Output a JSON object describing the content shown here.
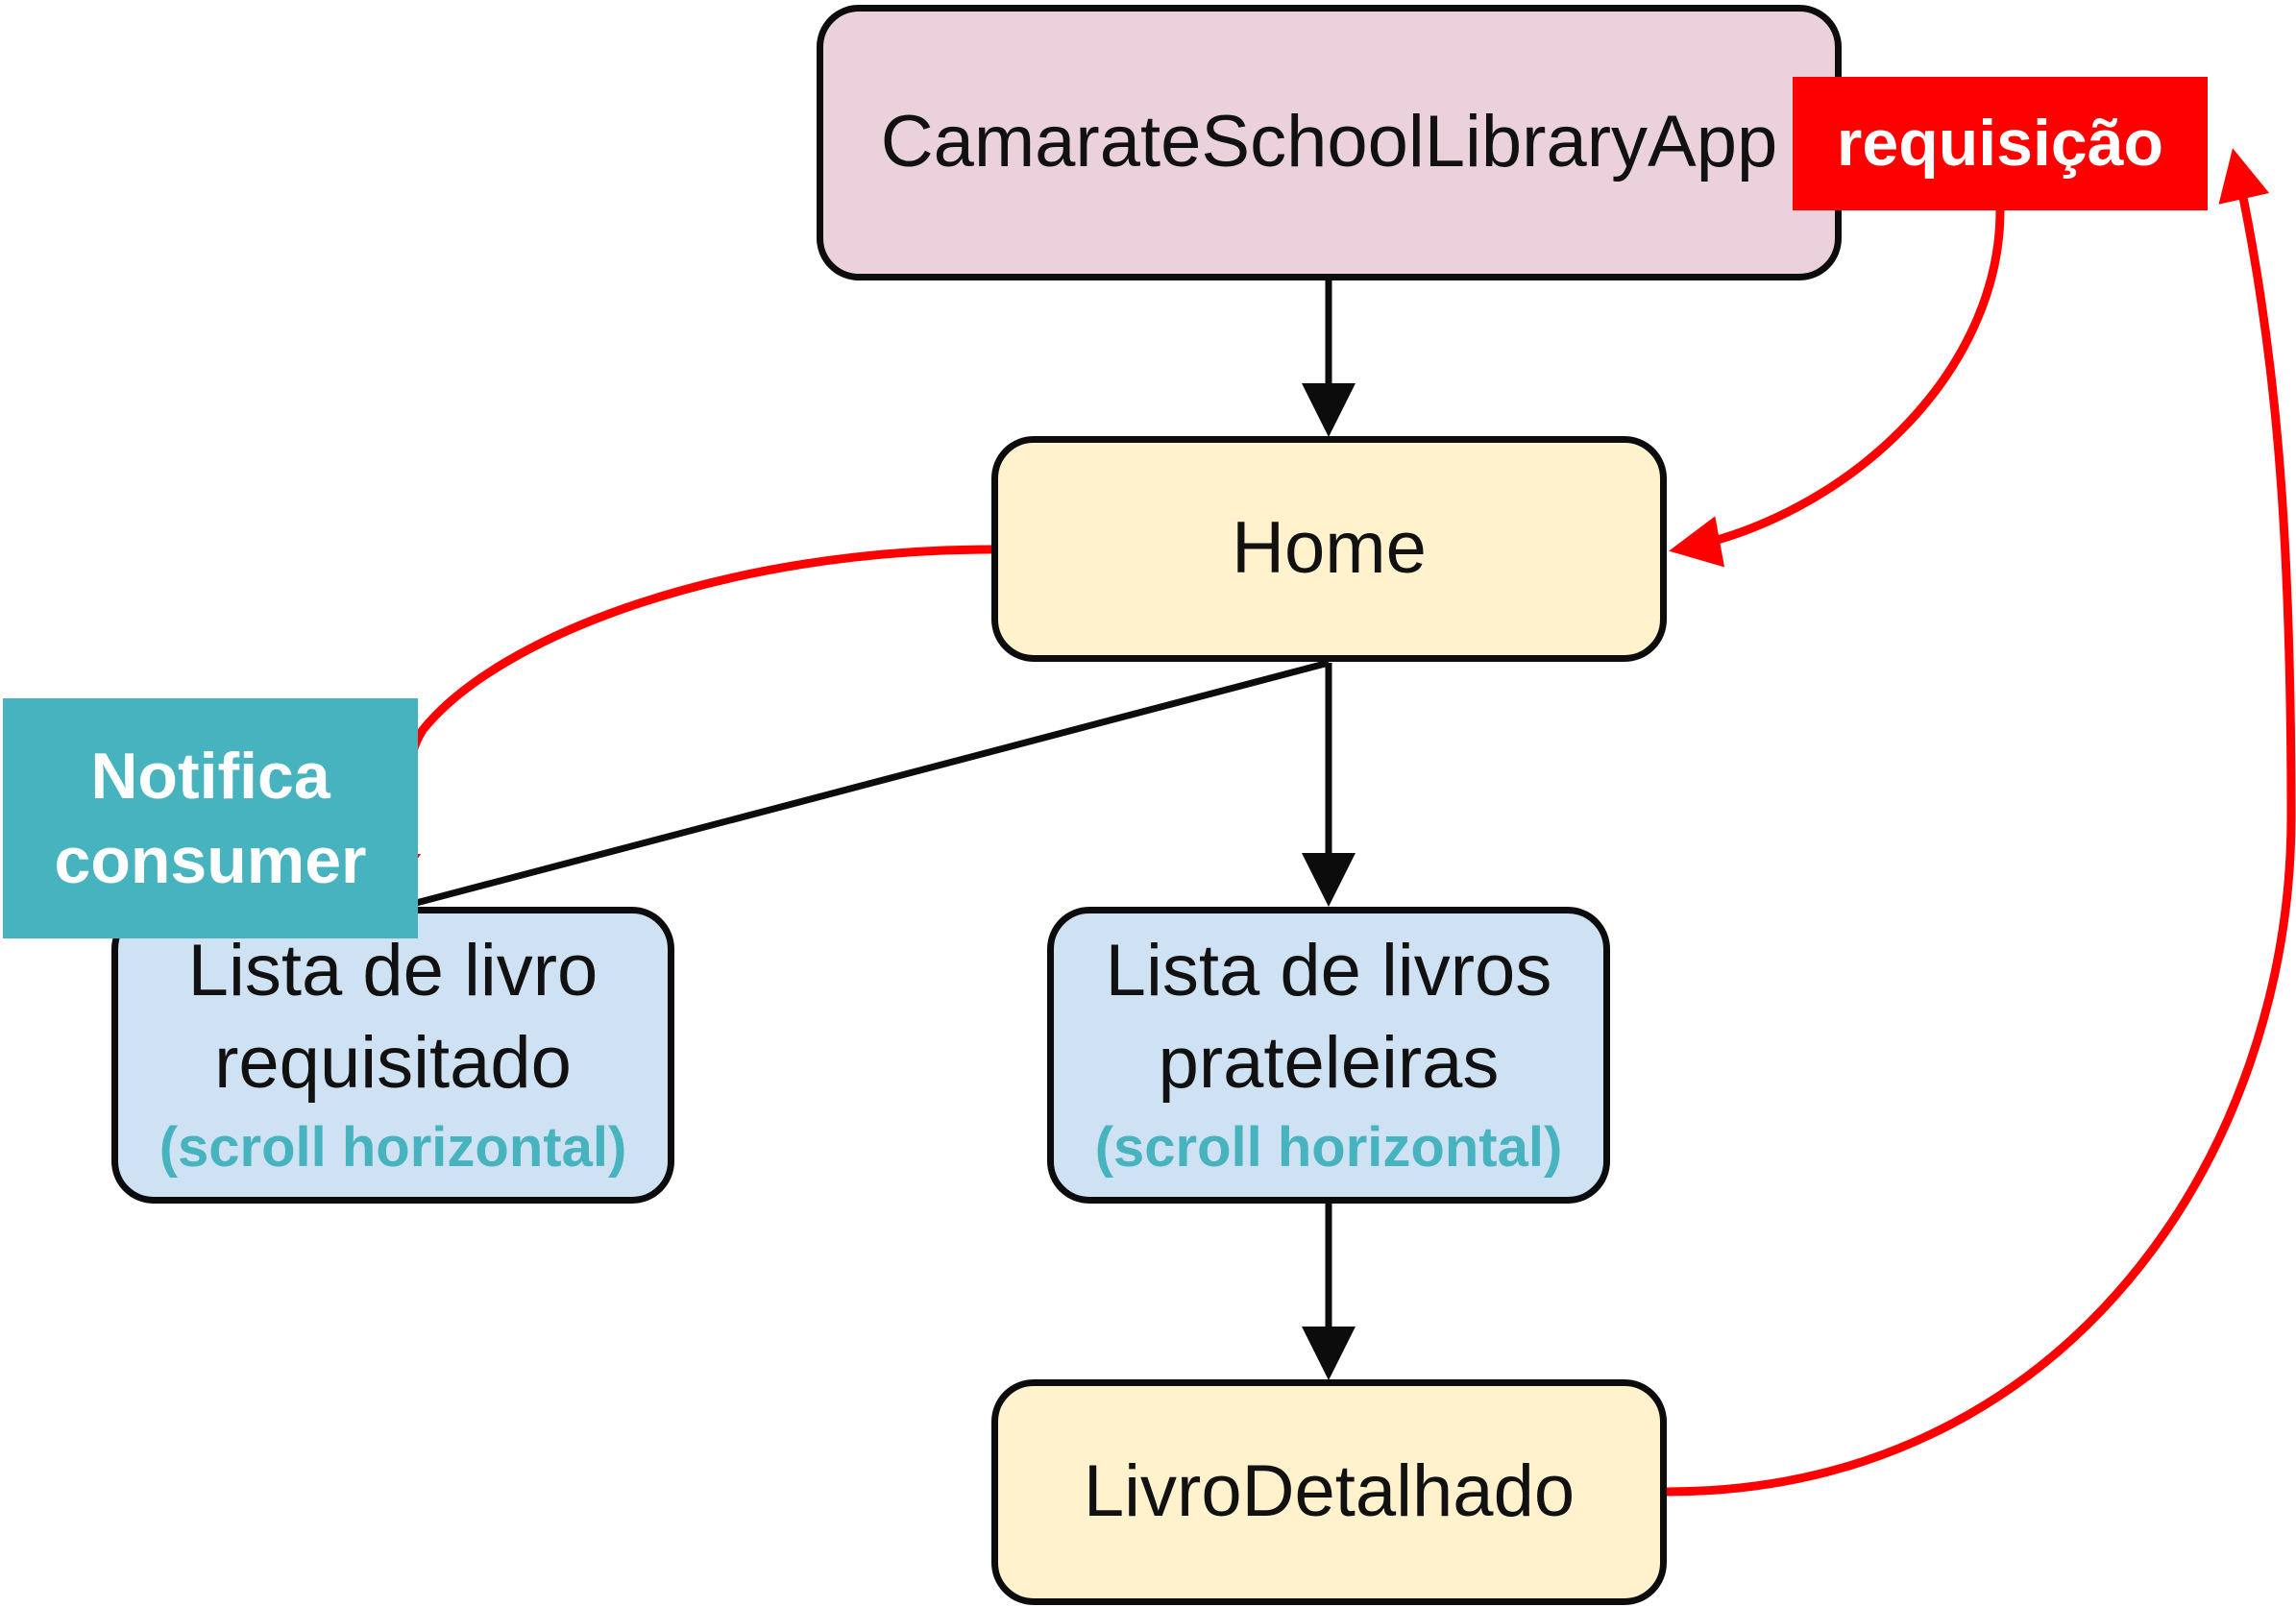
{
  "nodes": {
    "app": {
      "label": "CamarateSchoolLibraryApp"
    },
    "home": {
      "label": "Home"
    },
    "requested_list": {
      "line1": "Lista de livro",
      "line2": "requisitado",
      "note": "(scroll horizontal)"
    },
    "shelves_list": {
      "line1": "Lista de livros",
      "line2": "prateleiras",
      "note": "(scroll horizontal)"
    },
    "detail": {
      "label": "LivroDetalhado"
    }
  },
  "tags": {
    "requisicao": "requisição",
    "notifica_line1": "Notifica",
    "notifica_line2": "consumer"
  },
  "colors": {
    "app_fill": "#ead1dc",
    "screen_fill": "#fff2cc",
    "list_fill": "#cfe2f3",
    "accent_red": "#ff0000",
    "accent_teal": "#46b3bf",
    "edge": "#0c0c0c"
  },
  "edges": [
    {
      "from": "app",
      "to": "home",
      "style": "black"
    },
    {
      "from": "home",
      "to": "requested_list",
      "style": "black"
    },
    {
      "from": "home",
      "to": "shelves_list",
      "style": "black"
    },
    {
      "from": "shelves_list",
      "to": "detail",
      "style": "black"
    },
    {
      "from": "requisicao",
      "to": "home",
      "style": "red"
    },
    {
      "from": "home",
      "to": "requested_list",
      "style": "red"
    },
    {
      "from": "detail",
      "to": "requisicao",
      "style": "red"
    }
  ]
}
